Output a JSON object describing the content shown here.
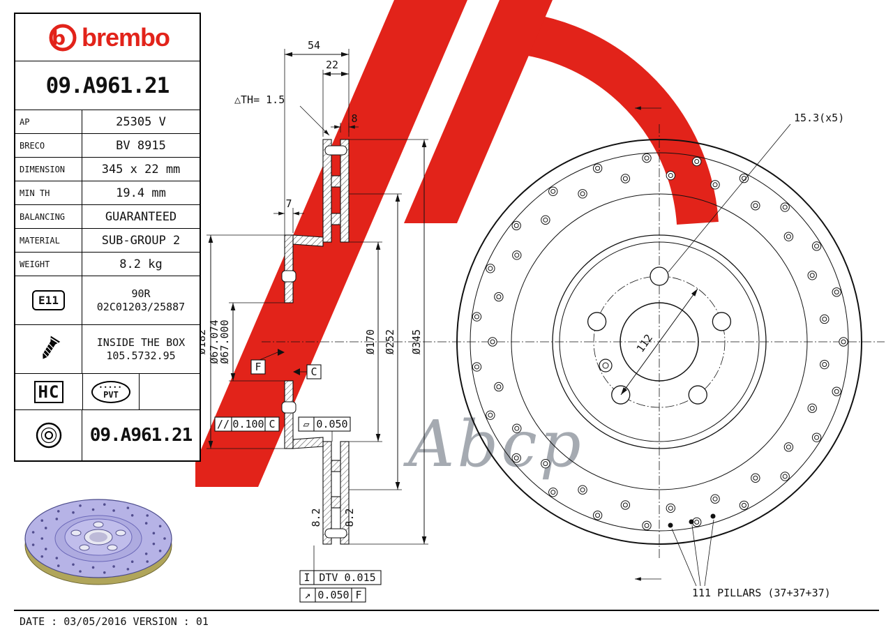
{
  "sidebar": {
    "brand": "brembo",
    "part_number": "09.A961.21",
    "rows": [
      {
        "label": "AP",
        "value": "25305 V"
      },
      {
        "label": "BRECO",
        "value": "BV 8915"
      },
      {
        "label": "DIMENSION",
        "value": "345 x 22 mm"
      },
      {
        "label": "MIN TH",
        "value": "19.4 mm"
      },
      {
        "label": "BALANCING",
        "value": "GUARANTEED"
      },
      {
        "label": "MATERIAL",
        "value": "SUB-GROUP 2"
      },
      {
        "label": "WEIGHT",
        "value": "8.2 kg"
      }
    ],
    "e11_badge": "E11",
    "e11_line1": "90R",
    "e11_line2": "02C01203/25887",
    "box_line1": "INSIDE THE BOX",
    "box_line2": "105.5732.95",
    "hc_badge": "HC",
    "pvt_badge": "PVT",
    "disc_part": "09.A961.21",
    "footer": "DATE : 03/05/2016 VERSION : 01"
  },
  "drawing": {
    "watermark": "Abcp",
    "colors": {
      "brand_red": "#e2231a"
    },
    "dims": {
      "dim_54": "54",
      "dim_22": "22",
      "dim_th": "△TH= 1.5",
      "dim_8": "8",
      "dim_7": "7",
      "d182": "Ø182",
      "d67_hi": "Ø67.074",
      "d67_lo": "Ø67.000",
      "d170": "Ø170",
      "d252": "Ø252",
      "d345": "Ø345",
      "datum_f": "F",
      "datum_c": "C",
      "fcf_parallel_sym": "//",
      "fcf_parallel_val": "0.100",
      "fcf_parallel_ref": "C",
      "fcf_flat_sym": "▱",
      "fcf_flat_val": "0.050",
      "dtv_sym": "I",
      "dtv_label": "DTV 0.015",
      "fcf_runout_sym": "↗",
      "fcf_runout_val": "0.050",
      "fcf_runout_ref": "F",
      "holes_label": "15.3(x5)",
      "bcd_label": "112",
      "pillars_label": "111 PILLARS (37+37+37)",
      "vent_label": "8.2"
    }
  }
}
